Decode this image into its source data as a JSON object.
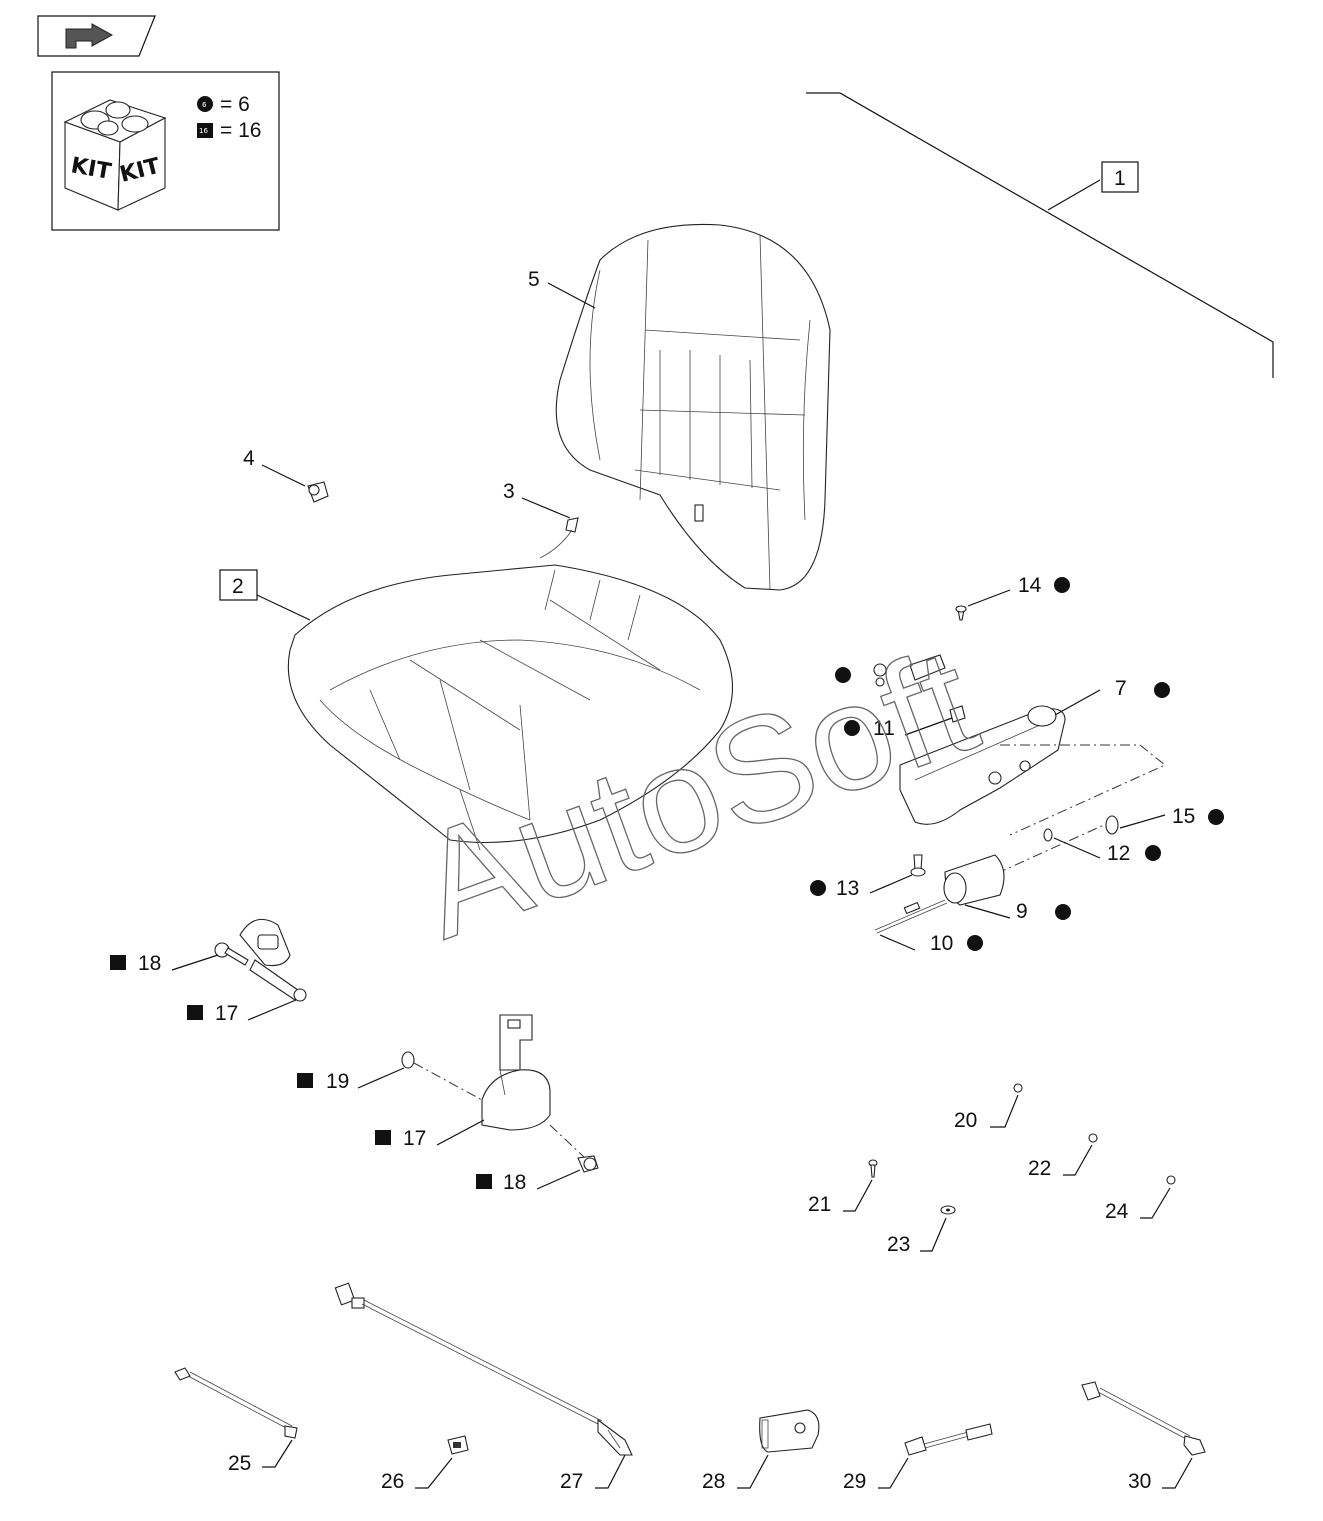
{
  "kit": {
    "label_left": "KIT",
    "label_right": "KIT",
    "circle_qty": "= 6",
    "square_qty": "= 16"
  },
  "callouts": {
    "c1": "1",
    "c2": "2",
    "c3": "3",
    "c4": "4",
    "c5": "5",
    "c7": "7",
    "c9": "9",
    "c10": "10",
    "c11": "11",
    "c12": "12",
    "c13": "13",
    "c14": "14",
    "c15": "15",
    "c17a": "17",
    "c17b": "17",
    "c18a": "18",
    "c18b": "18",
    "c19": "19",
    "c20": "20",
    "c21": "21",
    "c22": "22",
    "c23": "23",
    "c24": "24",
    "c25": "25",
    "c26": "26",
    "c27": "27",
    "c28": "28",
    "c29": "29",
    "c30": "30"
  },
  "badges": {
    "circle": "6",
    "square": "16"
  },
  "watermark": "AutoSoft",
  "icons": [
    "navigate-arrow-icon",
    "kit-box-icon",
    "circle-badge-icon",
    "square-badge-icon"
  ]
}
